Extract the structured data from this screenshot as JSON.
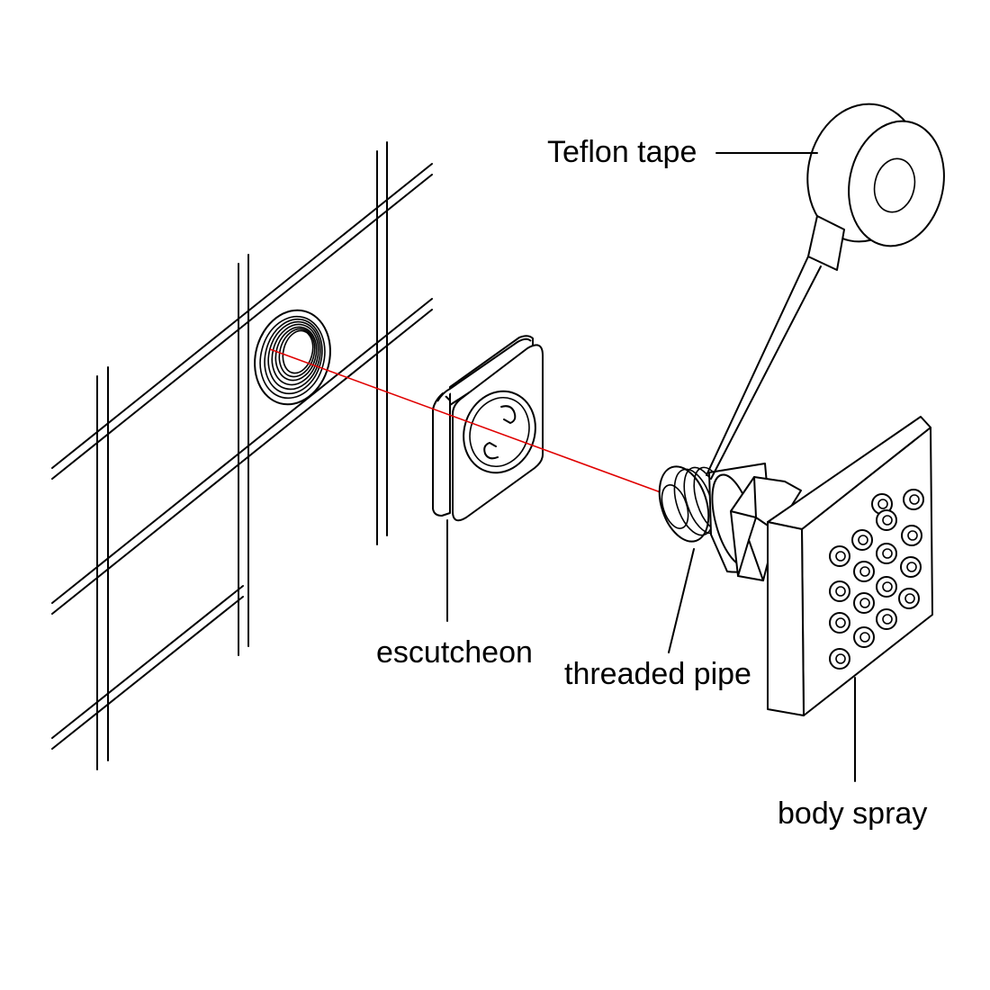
{
  "labels": {
    "teflon_tape": "Teflon tape",
    "escutcheon": "escutcheon",
    "threaded_pipe": "threaded pipe",
    "body_spray": "body spray"
  },
  "colors": {
    "ink": "#000000",
    "alignment_line": "#e00000",
    "background": "#ffffff"
  }
}
